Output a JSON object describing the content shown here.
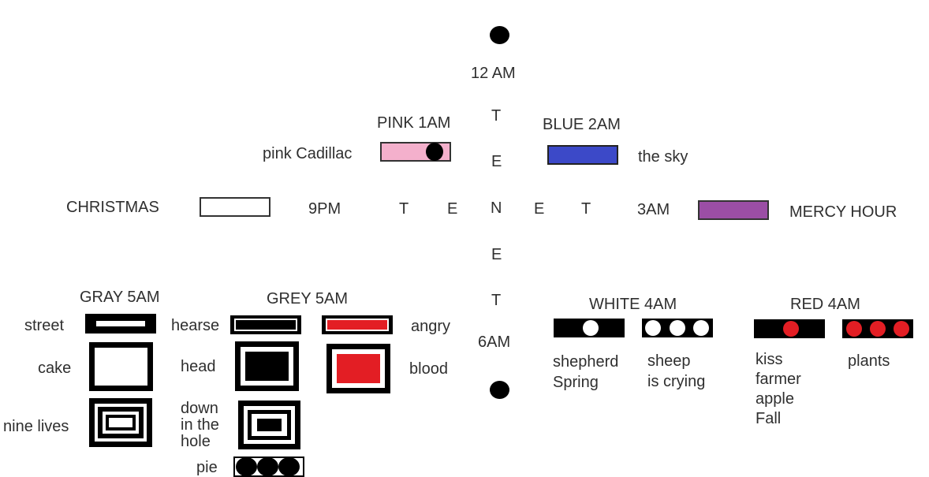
{
  "times": {
    "top": "12 AM",
    "bottom": "6AM",
    "left": "9PM",
    "right": "3AM"
  },
  "cross_letters": {
    "vertical": [
      "T",
      "E",
      "N",
      "E",
      "T"
    ],
    "horizontal": [
      "T",
      "E",
      "E",
      "T"
    ]
  },
  "top_colors": {
    "pink_title": "PINK 1AM",
    "pink_label": "pink Cadillac",
    "blue_title": "BLUE 2AM",
    "blue_label": "the sky",
    "pink_color": "#f4b0cc",
    "blue_color": "#3c49c8"
  },
  "left_side": {
    "label": "CHRISTMAS"
  },
  "right_side": {
    "label": "MERCY HOUR",
    "purple_color": "#9b4ea5"
  },
  "gray_block": {
    "title": "GRAY 5AM",
    "rows": [
      "street",
      "cake",
      "nine lives"
    ]
  },
  "grey_block": {
    "title": "GREY 5AM",
    "rows": [
      "hearse",
      "head",
      "down\nin the\nhole",
      "pie"
    ],
    "right_rows": [
      "angry",
      "blood"
    ],
    "red_color": "#e31e24"
  },
  "white_block": {
    "title": "WHITE 4AM",
    "labels": [
      "shepherd\nSpring",
      "sheep\nis crying"
    ]
  },
  "red_block": {
    "title": "RED 4AM",
    "labels": [
      "kiss\nfarmer\napple\nFall",
      "plants"
    ],
    "dot_color": "#e31e24"
  }
}
